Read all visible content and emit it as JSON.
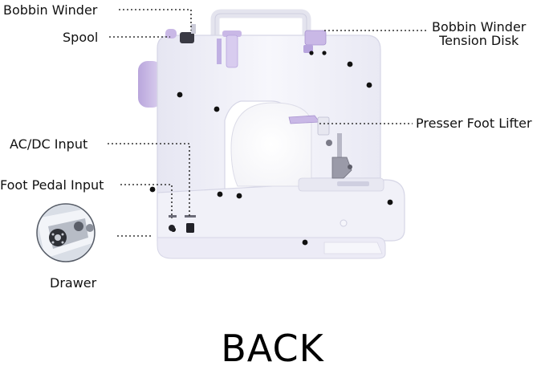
{
  "labels": {
    "bobbin_winder": "Bobbin Winder",
    "spool": "Spool",
    "bobbin_winder_tension_disk_line1": "Bobbin Winder",
    "bobbin_winder_tension_disk_line2": "Tension Disk",
    "presser_foot_lifter": "Presser Foot Lifter",
    "ac_dc_input": "AC/DC Input",
    "foot_pedal_input": "Foot Pedal Input",
    "drawer": "Drawer"
  },
  "caption": "BACK",
  "colors": {
    "machine_body": "#f2f2fa",
    "machine_outline": "#d6d6e6",
    "accent_lavender": "#c9b8e6",
    "leader_line": "#333333",
    "dot": "#111111"
  }
}
